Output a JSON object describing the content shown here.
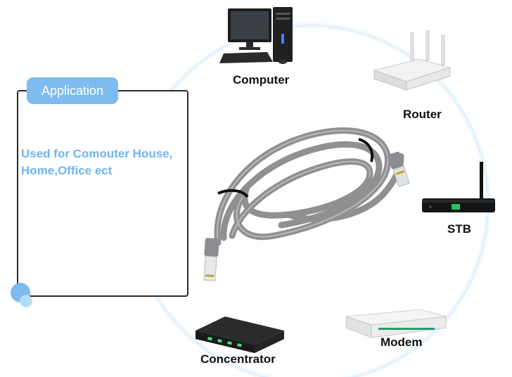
{
  "application": {
    "tab_label": "Application",
    "description_lines": [
      "Used for Comouter House,",
      "Home,Office ect"
    ]
  },
  "devices": {
    "computer": "Computer",
    "router": "Router",
    "stb": "STB",
    "modem": "Modem",
    "concentrator": "Concentrator"
  },
  "colors": {
    "accent": "#7dbbf0",
    "ring": "#cfe6fb",
    "cable": "#9a9c9e"
  }
}
